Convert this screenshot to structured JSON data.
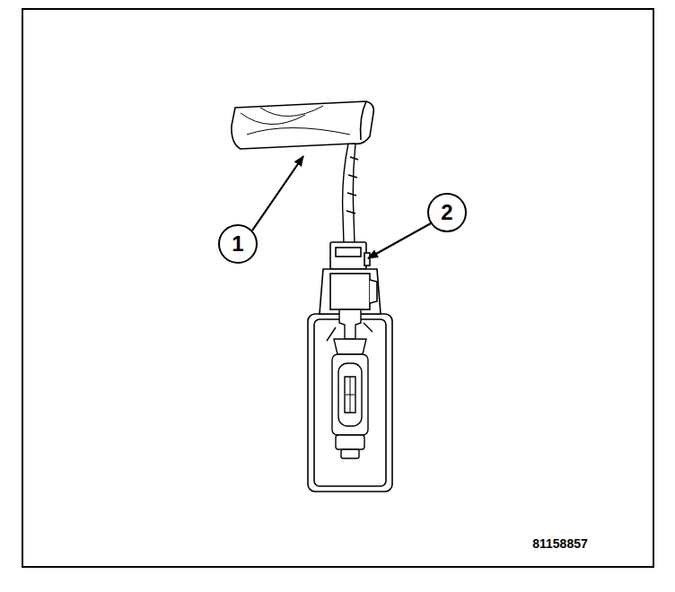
{
  "diagram": {
    "labels": [
      "1",
      "2",
      "81158857"
    ]
  }
}
